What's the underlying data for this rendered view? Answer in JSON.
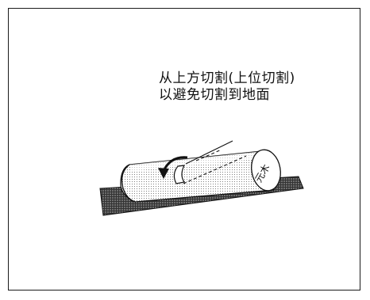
{
  "caption": {
    "line1": "从上方切割(上位切割)",
    "line2": "以避免切割到地面"
  },
  "illustration": {
    "log_label": "元木",
    "cut_direction_arrow": "curved-arrow-icon",
    "saw_guide_lines": "dashed",
    "colors": {
      "ink": "#111111",
      "paper": "#ffffff"
    }
  }
}
